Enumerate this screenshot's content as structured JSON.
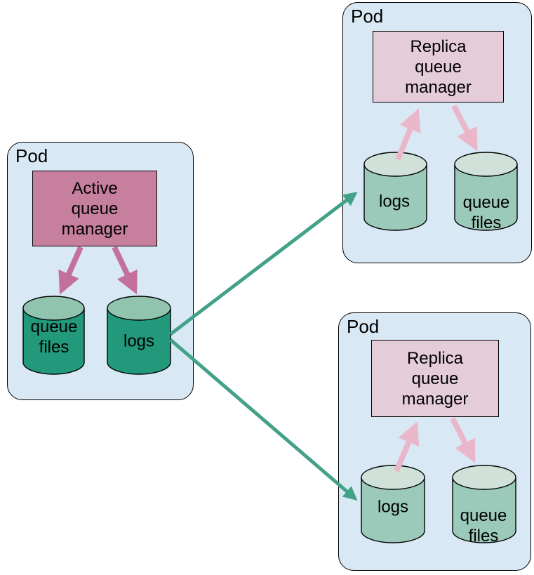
{
  "pods": [
    {
      "label": "Pod",
      "role": "active",
      "manager_label": "Active\nqueue\nmanager",
      "storage": [
        {
          "label": "queue\nfiles"
        },
        {
          "label": "logs"
        }
      ]
    },
    {
      "label": "Pod",
      "role": "replica",
      "manager_label": "Replica\nqueue\nmanager",
      "storage": [
        {
          "label": "logs"
        },
        {
          "label": "queue\nfiles"
        }
      ]
    },
    {
      "label": "Pod",
      "role": "replica",
      "manager_label": "Replica\nqueue\nmanager",
      "storage": [
        {
          "label": "logs"
        },
        {
          "label": "queue\nfiles"
        }
      ]
    }
  ],
  "arrows": {
    "active_writes": [
      {
        "from": "active-queue-manager",
        "to": "queue-files"
      },
      {
        "from": "active-queue-manager",
        "to": "logs"
      }
    ],
    "replica_flows": [
      {
        "from": "logs",
        "to": "replica-queue-manager"
      },
      {
        "from": "replica-queue-manager",
        "to": "queue-files"
      }
    ],
    "replication": [
      {
        "from": "active-pod-logs",
        "to": "replica-pod-1-logs"
      },
      {
        "from": "active-pod-logs",
        "to": "replica-pod-2-logs"
      }
    ]
  },
  "colors": {
    "pod_fill": "#d8e8f4",
    "pod_border": "#000000",
    "active_manager_fill": "#c77f9e",
    "replica_manager_fill": "#e4ccd8",
    "active_cylinder_body": "#22997a",
    "active_cylinder_top": "#90c4ae",
    "replica_cylinder_body": "#9bcaba",
    "replica_cylinder_top": "#d0e1da",
    "active_arrow": "#c4709c",
    "replica_arrow": "#eab7ca",
    "replication_arrow": "#43a189"
  }
}
